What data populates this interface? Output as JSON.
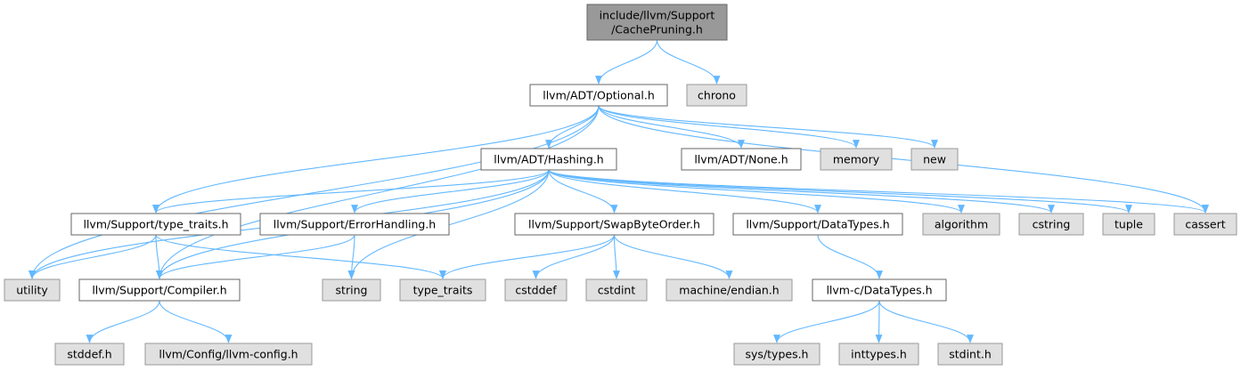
{
  "colors": {
    "root_fill": "#999999",
    "root_stroke": "#666666",
    "doc_fill": "#ffffff",
    "doc_stroke": "#666666",
    "sys_fill": "#e0e0e0",
    "sys_stroke": "#999999",
    "edge": "#63b8ff"
  },
  "nodes": [
    {
      "id": "cachepruning",
      "kind": "root",
      "lines": [
        "include/llvm/Support",
        "/CachePruning.h"
      ]
    },
    {
      "id": "optional",
      "kind": "doc",
      "lines": [
        "llvm/ADT/Optional.h"
      ]
    },
    {
      "id": "chrono",
      "kind": "sys",
      "lines": [
        "chrono"
      ]
    },
    {
      "id": "hashing",
      "kind": "doc",
      "lines": [
        "llvm/ADT/Hashing.h"
      ]
    },
    {
      "id": "none",
      "kind": "doc",
      "lines": [
        "llvm/ADT/None.h"
      ]
    },
    {
      "id": "memory",
      "kind": "sys",
      "lines": [
        "memory"
      ]
    },
    {
      "id": "new",
      "kind": "sys",
      "lines": [
        "new"
      ]
    },
    {
      "id": "typetraits_h",
      "kind": "doc",
      "lines": [
        "llvm/Support/type_traits.h"
      ]
    },
    {
      "id": "errorhandling",
      "kind": "doc",
      "lines": [
        "llvm/Support/ErrorHandling.h"
      ]
    },
    {
      "id": "swapbyteorder",
      "kind": "doc",
      "lines": [
        "llvm/Support/SwapByteOrder.h"
      ]
    },
    {
      "id": "datatypes",
      "kind": "doc",
      "lines": [
        "llvm/Support/DataTypes.h"
      ]
    },
    {
      "id": "algorithm",
      "kind": "sys",
      "lines": [
        "algorithm"
      ]
    },
    {
      "id": "cstring",
      "kind": "sys",
      "lines": [
        "cstring"
      ]
    },
    {
      "id": "tuple",
      "kind": "sys",
      "lines": [
        "tuple"
      ]
    },
    {
      "id": "cassert",
      "kind": "sys",
      "lines": [
        "cassert"
      ]
    },
    {
      "id": "utility",
      "kind": "sys",
      "lines": [
        "utility"
      ]
    },
    {
      "id": "compiler",
      "kind": "doc",
      "lines": [
        "llvm/Support/Compiler.h"
      ]
    },
    {
      "id": "string",
      "kind": "sys",
      "lines": [
        "string"
      ]
    },
    {
      "id": "type_traits",
      "kind": "sys",
      "lines": [
        "type_traits"
      ]
    },
    {
      "id": "cstddef",
      "kind": "sys",
      "lines": [
        "cstddef"
      ]
    },
    {
      "id": "cstdint",
      "kind": "sys",
      "lines": [
        "cstdint"
      ]
    },
    {
      "id": "endian",
      "kind": "sys",
      "lines": [
        "machine/endian.h"
      ]
    },
    {
      "id": "c_datatypes",
      "kind": "doc",
      "lines": [
        "llvm-c/DataTypes.h"
      ]
    },
    {
      "id": "stddef",
      "kind": "sys",
      "lines": [
        "stddef.h"
      ]
    },
    {
      "id": "llvmconfig",
      "kind": "sys",
      "lines": [
        "llvm/Config/llvm-config.h"
      ]
    },
    {
      "id": "systypes",
      "kind": "sys",
      "lines": [
        "sys/types.h"
      ]
    },
    {
      "id": "inttypes",
      "kind": "sys",
      "lines": [
        "inttypes.h"
      ]
    },
    {
      "id": "stdint",
      "kind": "sys",
      "lines": [
        "stdint.h"
      ]
    }
  ],
  "edges": [
    [
      "cachepruning",
      "optional"
    ],
    [
      "cachepruning",
      "chrono"
    ],
    [
      "optional",
      "hashing"
    ],
    [
      "optional",
      "none"
    ],
    [
      "optional",
      "memory"
    ],
    [
      "optional",
      "new"
    ],
    [
      "optional",
      "typetraits_h"
    ],
    [
      "optional",
      "utility"
    ],
    [
      "optional",
      "compiler"
    ],
    [
      "optional",
      "cassert"
    ],
    [
      "hashing",
      "typetraits_h"
    ],
    [
      "hashing",
      "errorhandling"
    ],
    [
      "hashing",
      "swapbyteorder"
    ],
    [
      "hashing",
      "datatypes"
    ],
    [
      "hashing",
      "algorithm"
    ],
    [
      "hashing",
      "cstring"
    ],
    [
      "hashing",
      "tuple"
    ],
    [
      "hashing",
      "cassert"
    ],
    [
      "hashing",
      "string"
    ],
    [
      "hashing",
      "utility"
    ],
    [
      "hashing",
      "compiler"
    ],
    [
      "typetraits_h",
      "utility"
    ],
    [
      "typetraits_h",
      "compiler"
    ],
    [
      "typetraits_h",
      "type_traits"
    ],
    [
      "errorhandling",
      "compiler"
    ],
    [
      "errorhandling",
      "string"
    ],
    [
      "swapbyteorder",
      "type_traits"
    ],
    [
      "swapbyteorder",
      "cstddef"
    ],
    [
      "swapbyteorder",
      "cstdint"
    ],
    [
      "swapbyteorder",
      "endian"
    ],
    [
      "datatypes",
      "c_datatypes"
    ],
    [
      "compiler",
      "stddef"
    ],
    [
      "compiler",
      "llvmconfig"
    ],
    [
      "c_datatypes",
      "systypes"
    ],
    [
      "c_datatypes",
      "inttypes"
    ],
    [
      "c_datatypes",
      "stdint"
    ]
  ]
}
